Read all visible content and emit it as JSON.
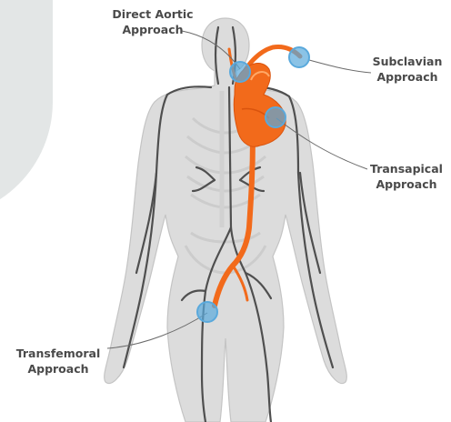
{
  "labels": {
    "direct_aortic": {
      "line1": "Direct Aortic",
      "line2": "Approach"
    },
    "subclavian": {
      "line1": "Subclavian",
      "line2": "Approach"
    },
    "transapical": {
      "line1": "Transapical",
      "line2": "Approach"
    },
    "transfemoral": {
      "line1": "Transfemoral",
      "line2": "Approach"
    }
  },
  "colors": {
    "background_shape": "#e3e6e6",
    "body": "#d6d6d6",
    "arteries": "#f26a1b",
    "veins": "#4f4f4f",
    "access_marker": "#5aa9dc",
    "label_text": "#4a4a4a"
  }
}
